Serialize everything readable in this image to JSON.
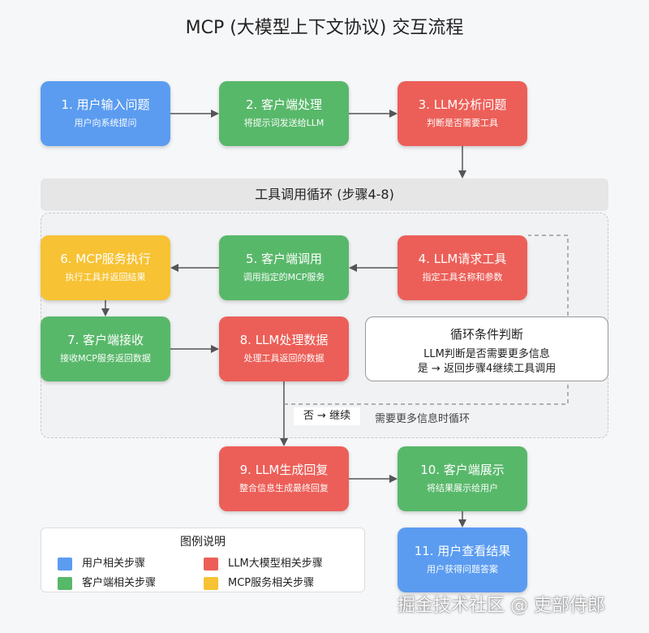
{
  "title": "MCP (大模型上下文协议) 交互流程",
  "loop_banner": "工具调用循环 (步骤4-8)",
  "steps": [
    {
      "title": "1. 用户输入问题",
      "subtitle": "用户向系统提问",
      "color": "#5b9cf0"
    },
    {
      "title": "2. 客户端处理",
      "subtitle": "将提示词发送给LLM",
      "color": "#58b86a"
    },
    {
      "title": "3. LLM分析问题",
      "subtitle": "判断是否需要工具",
      "color": "#ec5f58"
    },
    {
      "title": "4. LLM请求工具",
      "subtitle": "指定工具名称和参数",
      "color": "#ec5f58"
    },
    {
      "title": "5. 客户端调用",
      "subtitle": "调用指定的MCP服务",
      "color": "#58b86a"
    },
    {
      "title": "6. MCP服务执行",
      "subtitle": "执行工具并返回结果",
      "color": "#f7c233"
    },
    {
      "title": "7. 客户端接收",
      "subtitle": "接收MCP服务返回数据",
      "color": "#58b86a"
    },
    {
      "title": "8. LLM处理数据",
      "subtitle": "处理工具返回的数据",
      "color": "#ec5f58"
    },
    {
      "title": "9. LLM生成回复",
      "subtitle": "整合信息生成最终回复",
      "color": "#ec5f58"
    },
    {
      "title": "10. 客户端展示",
      "subtitle": "将结果展示给用户",
      "color": "#58b86a"
    },
    {
      "title": "11. 用户查看结果",
      "subtitle": "用户获得问题答案",
      "color": "#5b9cf0"
    }
  ],
  "condition": {
    "title": "循环条件判断",
    "line1": "LLM判断是否需要更多信息",
    "line2": "是 → 返回步骤4继续工具调用"
  },
  "no_continue_label": "否 → 继续",
  "loop_note": "需要更多信息时循环",
  "legend": {
    "title": "图例说明",
    "items": [
      {
        "label": "用户相关步骤",
        "color": "#5b9cf0"
      },
      {
        "label": "LLM大模型相关步骤",
        "color": "#ec5f58"
      },
      {
        "label": "客户端相关步骤",
        "color": "#58b86a"
      },
      {
        "label": "MCP服务相关步骤",
        "color": "#f7c233"
      }
    ]
  },
  "watermark": "掘金技术社区 @ 吏部侍郎"
}
